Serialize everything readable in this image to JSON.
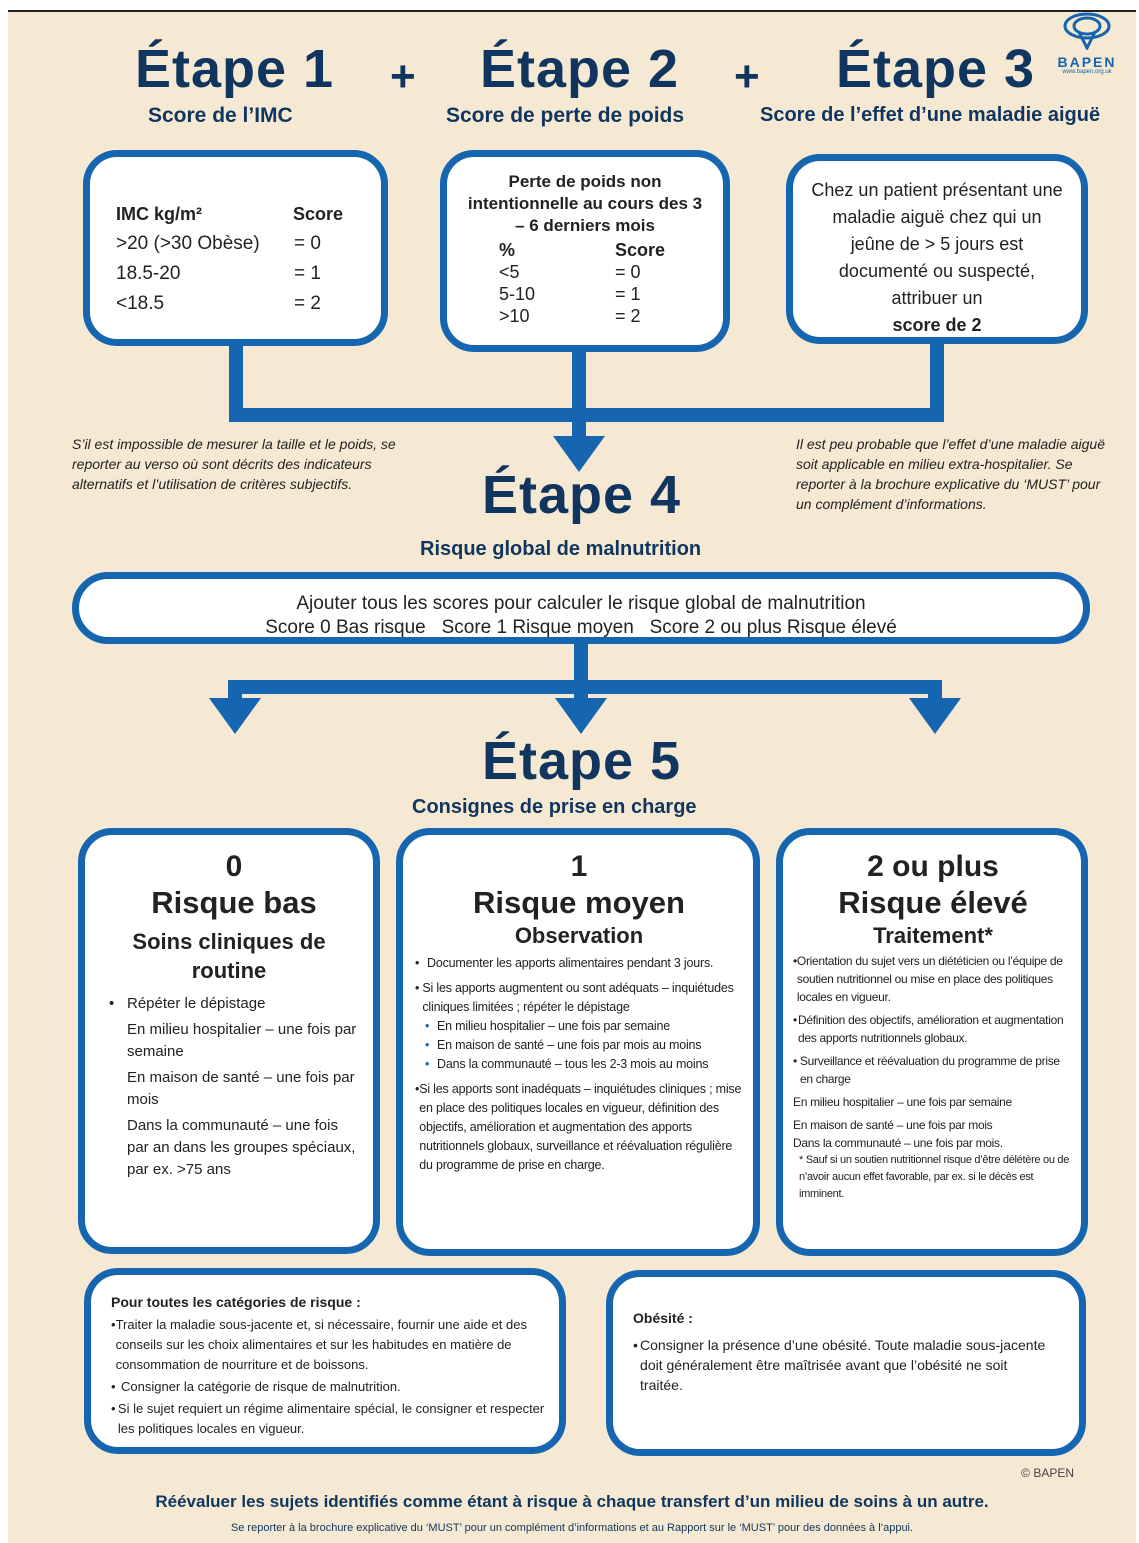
{
  "logo": {
    "name": "BAPEN",
    "url": "www.bapen.org.uk"
  },
  "steps": {
    "s1": {
      "title": "Étape 1",
      "subtitle": "Score de l’IMC"
    },
    "s2": {
      "title": "Étape 2",
      "subtitle": "Score de perte de poids"
    },
    "s3": {
      "title": "Étape 3",
      "subtitle": "Score de l’effet d’une maladie aiguë"
    },
    "s4": {
      "title": "Étape 4",
      "subtitle": "Risque global de malnutrition"
    },
    "s5": {
      "title": "Étape 5",
      "subtitle": "Consignes de prise en charge"
    },
    "plus": "+"
  },
  "imc": {
    "h1": "IMC kg/m²",
    "h2": "Score",
    "rows": [
      {
        "label": ">20 (>30 Obèse)",
        "score": "= 0"
      },
      {
        "label": "18.5-20",
        "score": "= 1"
      },
      {
        "label": "<18.5",
        "score": "= 2"
      }
    ]
  },
  "poids": {
    "title": "Perte de poids non intentionnelle au cours des 3 – 6 derniers mois",
    "h1": "%",
    "h2": "Score",
    "rows": [
      {
        "label": "<5",
        "score": "= 0"
      },
      {
        "label": "5-10",
        "score": "= 1"
      },
      {
        "label": ">10",
        "score": "= 2"
      }
    ]
  },
  "aigue": {
    "text": "Chez un patient présentant une maladie aiguë chez qui un jeûne de > 5 jours est documenté ou suspecté, attribuer un",
    "bold": "score de 2"
  },
  "note_left": "S’il est impossible de mesurer la taille et le poids, se reporter au verso où sont décrits des indicateurs alternatifs et l’utilisation de critères subjectifs.",
  "note_right": "Il est peu probable que l’effet d’une maladie aiguë soit applicable en milieu extra-hospitalier. Se reporter à la brochure explicative du ‘MUST’ pour un complément d’informations.",
  "global": {
    "line1": "Ajouter tous les scores pour calculer le risque global de malnutrition",
    "line2": "Score 0 Bas risque   Score 1 Risque moyen   Score 2 ou plus Risque élevé"
  },
  "low": {
    "num": "0",
    "title": "Risque bas",
    "subtitle": "Soins cliniques de routine",
    "bullet": "Répéter le dépistage",
    "lines": [
      "En milieu hospitalier – une fois par semaine",
      "En maison de santé – une fois par mois",
      "Dans la communauté – une fois par an dans les groupes spéciaux, par ex. >75 ans"
    ]
  },
  "mid": {
    "num": "1",
    "title": "Risque moyen",
    "subtitle": "Observation",
    "b1": "Documenter les apports alimentaires pendant 3 jours.",
    "b2": "Si les apports augmentent ou sont adéquats – inquiétudes cliniques limitées ; répéter le dépistage",
    "sub": [
      "En milieu hospitalier – une fois par semaine",
      "En maison de santé – une fois par mois au moins",
      "Dans la communauté – tous les 2-3 mois au moins"
    ],
    "b3": "Si les apports sont inadéquats – inquiétudes cliniques ; mise en place des politiques locales en vigueur, définition des objectifs, amélioration et augmentation des apports nutritionnels globaux, surveillance et réévaluation régulière du programme de prise en charge."
  },
  "high": {
    "num": "2 ou plus",
    "title": "Risque élevé",
    "subtitle": "Traitement*",
    "b1": "Orientation du sujet vers un diététicien ou l’équipe de soutien nutritionnel ou mise en place des politiques locales en vigueur.",
    "b2": "Définition des objectifs, amélioration et augmentation des apports nutritionnels globaux.",
    "b3": "Surveillance et réévaluation du programme de prise en charge",
    "l1": "En milieu hospitalier – une fois par semaine",
    "l2": "En maison de santé – une fois par mois",
    "l3": "Dans la communauté – une fois par mois.",
    "foot": "* Sauf si un soutien nutritionnel risque d’être délétère ou de n’avoir aucun effet favorable, par ex. si le décès est imminent."
  },
  "all": {
    "title": "Pour toutes les catégories de risque :",
    "items": [
      "Traiter la maladie sous-jacente et, si nécessaire, fournir une aide et des conseils sur les choix alimentaires et sur les habitudes en matière de consommation de nourriture et de boissons.",
      "Consigner la catégorie de risque de malnutrition.",
      "Si le sujet requiert un régime alimentaire spécial, le consigner et respecter les politiques locales en vigueur."
    ]
  },
  "obesite": {
    "title": "Obésité :",
    "item": "Consigner la présence d’une obésité. Toute maladie sous-jacente doit généralement être maîtrisée avant que l’obésité ne soit traitée."
  },
  "copyright": "© BAPEN",
  "footer": "Réévaluer les sujets identifiés comme étant à risque à chaque transfert d’un milieu de soins à un autre.",
  "footnote": "Se reporter à la brochure explicative du ‘MUST’ pour un complément d’informations et au Rapport sur le ‘MUST’ pour des données à l’appui.",
  "colors": {
    "navy": "#10365f",
    "blue": "#1565b0",
    "background": "#f6e9d3"
  }
}
